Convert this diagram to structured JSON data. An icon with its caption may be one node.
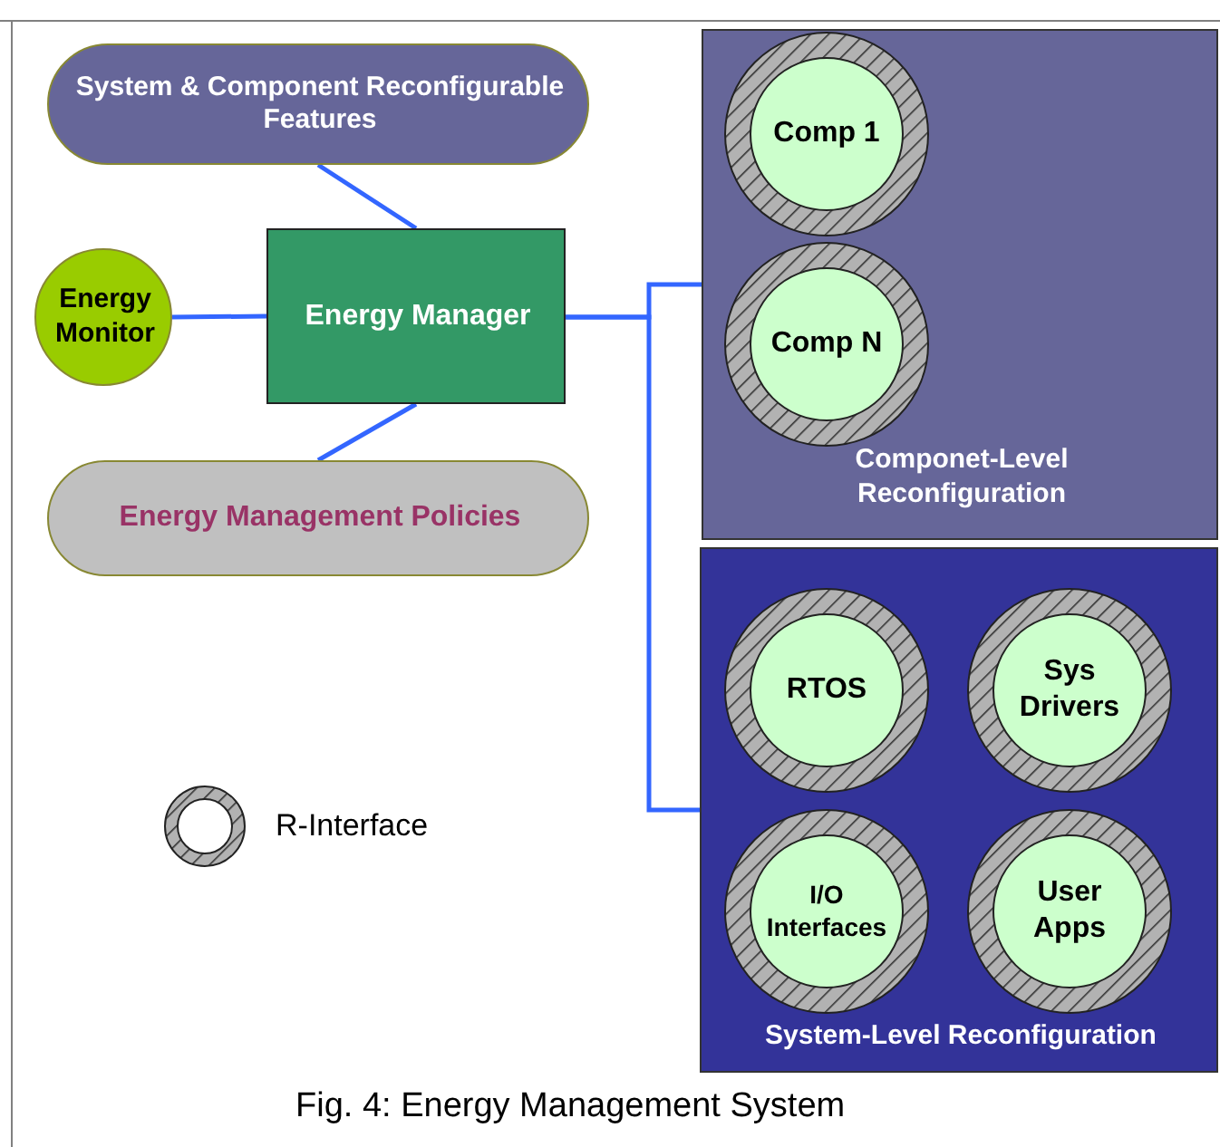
{
  "diagram": {
    "caption": "Fig. 4: Energy Management System",
    "nodes": [
      {
        "text": [
          "System & Component Reconfigurable Features"
        ]
      },
      {
        "text": [
          "Energy Monitor"
        ]
      },
      {
        "text": [
          "Energy Manager"
        ]
      },
      {
        "text": [
          "Energy Management  Policies"
        ]
      },
      {
        "text": [
          "Componet-Level Reconfiguration"
        ]
      },
      {
        "text": [
          "Comp 1"
        ],
        "in": 4
      },
      {
        "text": [
          "Comp N"
        ],
        "in": 4
      },
      {
        "text": [
          "System-Level Reconfiguration"
        ]
      },
      {
        "text": [
          "RTOS"
        ],
        "in": 7
      },
      {
        "text": [
          "Sys Drivers"
        ],
        "in": 7
      },
      {
        "text": [
          "I/O Interfaces"
        ],
        "in": 7
      },
      {
        "text": [
          "User Apps"
        ],
        "in": 7
      }
    ],
    "edges": [
      {
        "from": 0,
        "to": 2,
        "arrow": "none"
      },
      {
        "from": 1,
        "to": 2,
        "arrow": "none"
      },
      {
        "from": 2,
        "to": 3,
        "arrow": "none"
      },
      {
        "from": 2,
        "to": 4,
        "arrow": "none"
      },
      {
        "from": 2,
        "to": 7,
        "arrow": "none"
      }
    ],
    "legend": [
      {
        "text": "R-Interface"
      }
    ]
  }
}
